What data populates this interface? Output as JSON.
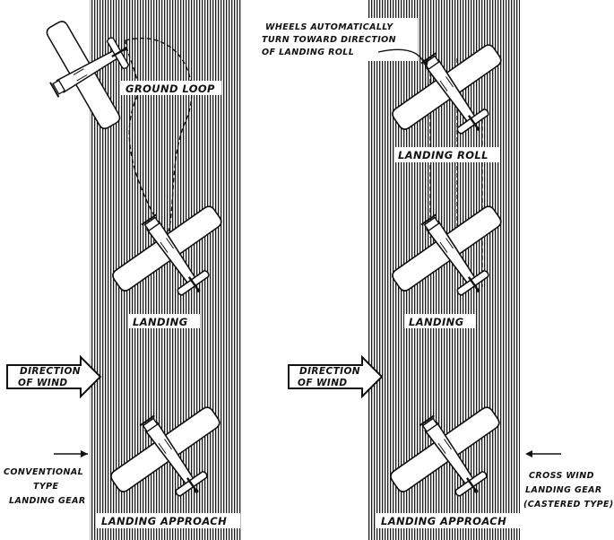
{
  "figure": {
    "left_panel": {
      "labels": {
        "ground_loop": "GROUND LOOP",
        "landing": "LANDING",
        "landing_approach": "LANDING APPROACH"
      },
      "wind": [
        "DIRECTION",
        "OF WIND"
      ],
      "gear": [
        "CONVENTIONAL",
        "TYPE",
        "LANDING GEAR"
      ]
    },
    "right_panel": {
      "labels": {
        "landing_roll": "LANDING ROLL",
        "landing": "LANDING",
        "landing_approach": "LANDING APPROACH"
      },
      "wind": [
        "DIRECTION",
        "OF WIND"
      ],
      "wheels_note": [
        "WHEELS AUTOMATICALLY",
        "TURN TOWARD DIRECTION",
        "OF LANDING ROLL"
      ],
      "gear": [
        "CROSS WIND",
        "LANDING GEAR",
        "(CASTERED TYPE)"
      ]
    }
  }
}
